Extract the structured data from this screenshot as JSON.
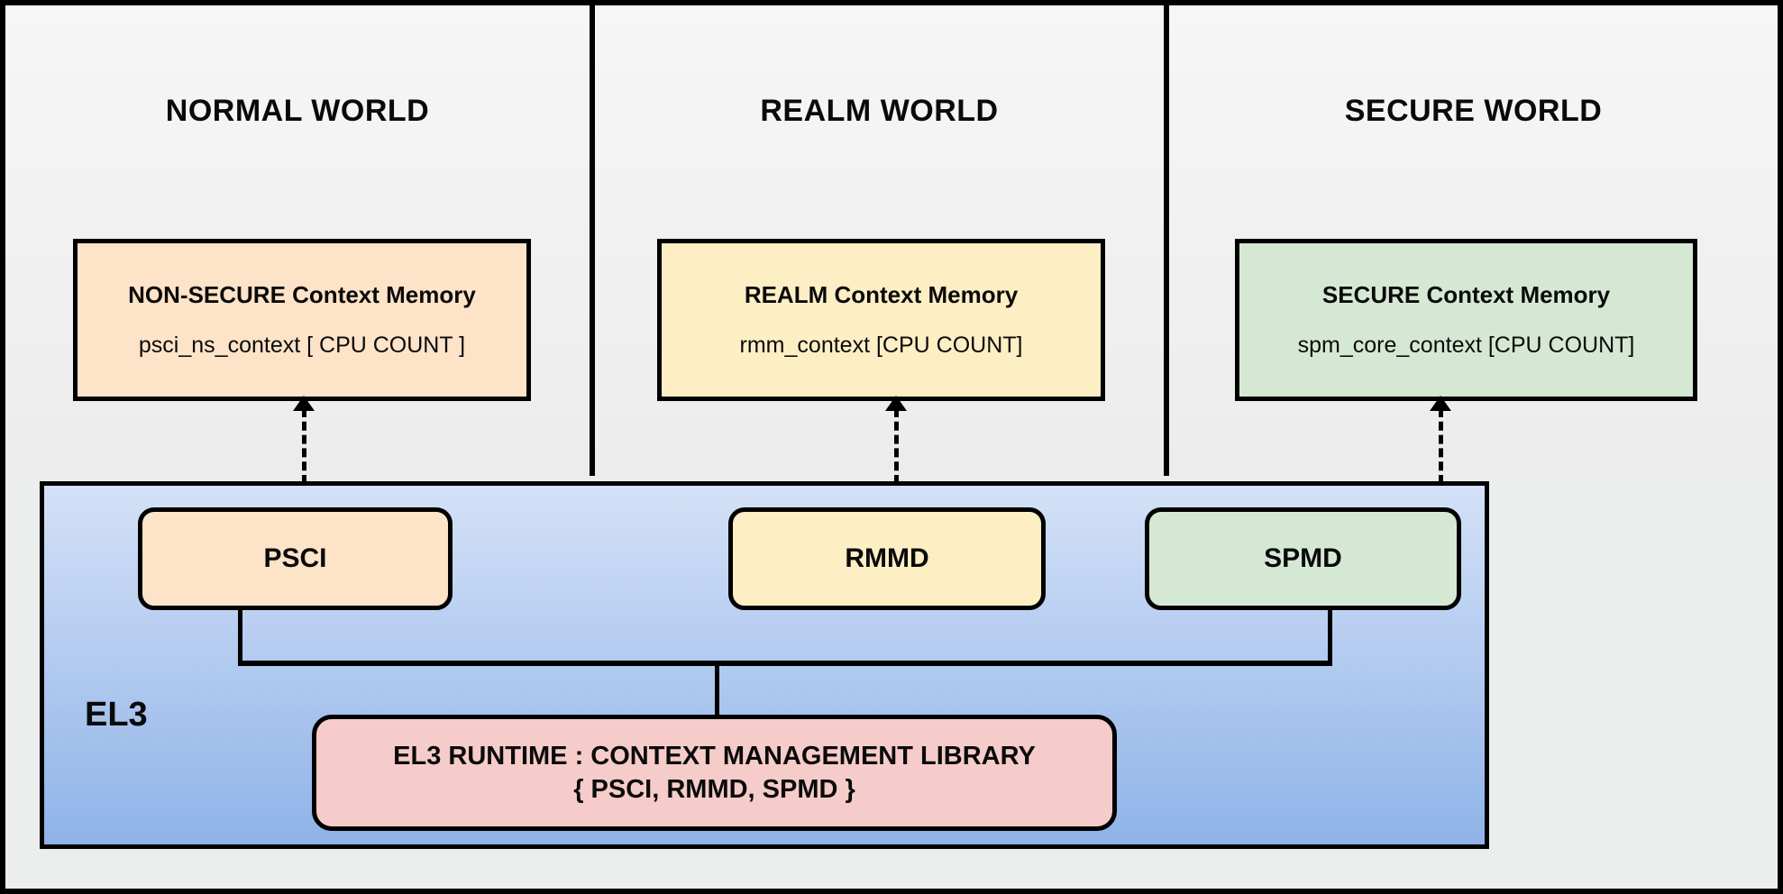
{
  "diagram": {
    "title_worlds": [
      "NORMAL WORLD",
      "REALM WORLD",
      "SECURE WORLD"
    ],
    "worlds": [
      {
        "id": "normal",
        "title": "NORMAL WORLD",
        "context_box": {
          "title": "NON-SECURE Context Memory",
          "subtitle": "psci_ns_context  [ CPU COUNT ]",
          "color": "#fde3c8"
        },
        "service": {
          "label": "PSCI",
          "color": "#fde3c8"
        }
      },
      {
        "id": "realm",
        "title": "REALM WORLD",
        "context_box": {
          "title": "REALM Context Memory",
          "subtitle": "rmm_context [CPU COUNT]",
          "color": "#fdeec4"
        },
        "service": {
          "label": "RMMD",
          "color": "#fdeec4"
        }
      },
      {
        "id": "secure",
        "title": "SECURE WORLD",
        "context_box": {
          "title": "SECURE Context Memory",
          "subtitle": "spm_core_context  [CPU COUNT]",
          "color": "#d5e8d4"
        },
        "service": {
          "label": "SPMD",
          "color": "#d5e8d4"
        }
      }
    ],
    "el3": {
      "label": "EL3",
      "panel_color_top": "#d4e1f7",
      "panel_color_bottom": "#8fb3e8",
      "runtime_box": {
        "line1": "EL3 RUNTIME : CONTEXT MANAGEMENT LIBRARY",
        "line2": "{ PSCI, RMMD, SPMD }",
        "color": "#f5ccca"
      }
    },
    "connectors": {
      "arrow_style": "dashed-double-headed",
      "arrow_count": 3
    }
  }
}
